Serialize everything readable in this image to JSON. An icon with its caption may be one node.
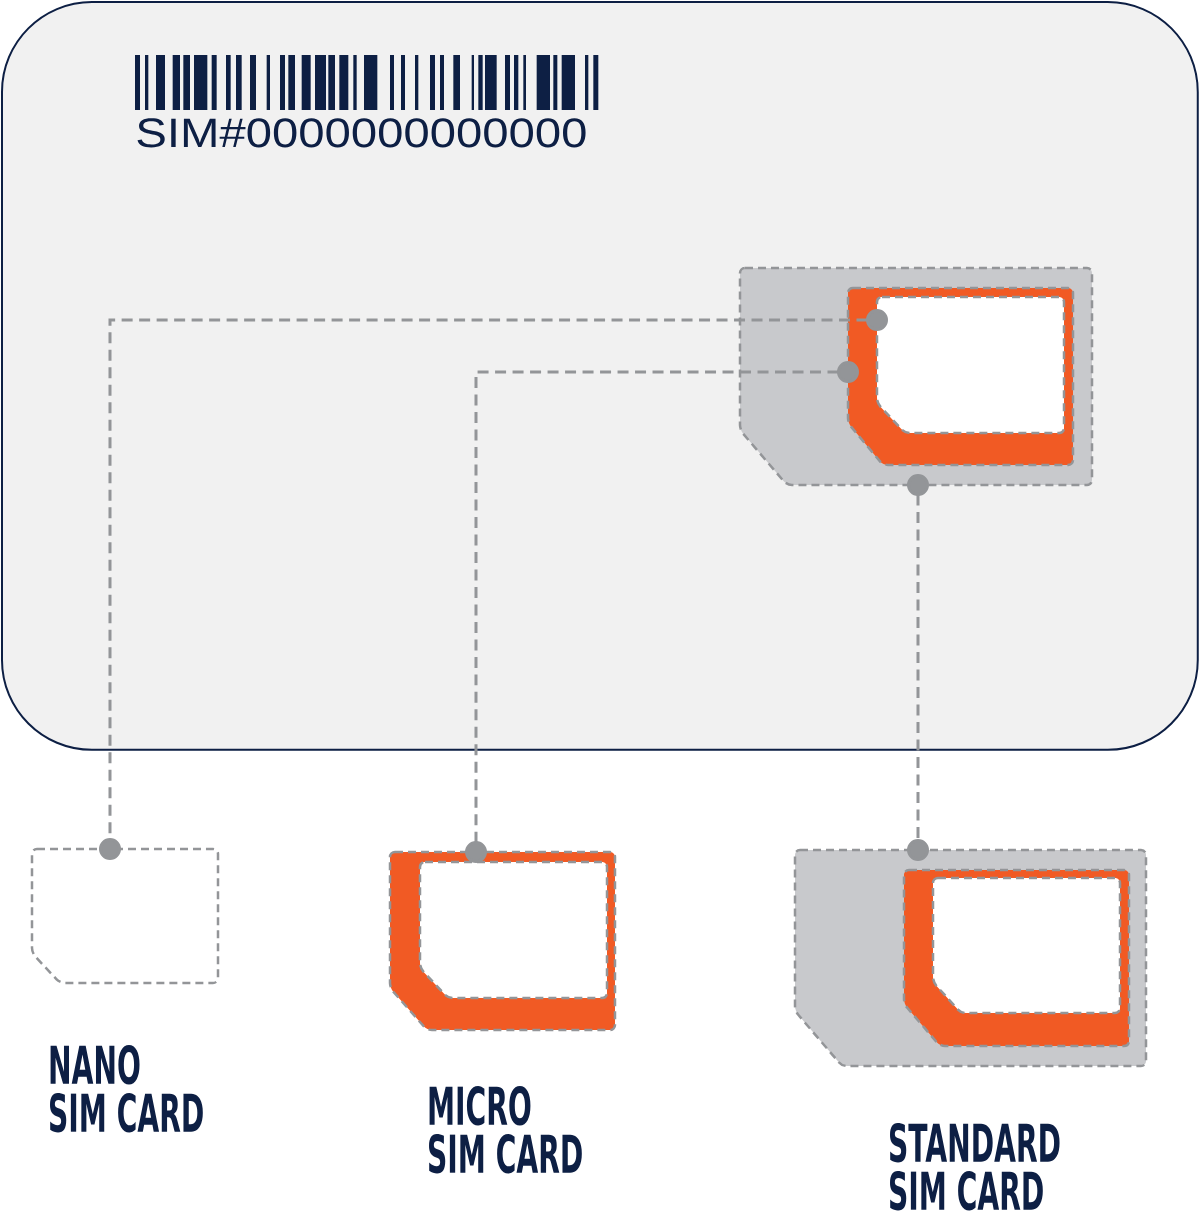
{
  "diagram": {
    "nodes": [
      {
        "text": [
          "SIM#0000000000000"
        ]
      },
      {
        "text": [],
        "shape": "card",
        "in": 0
      },
      {
        "text": [],
        "shape": "card",
        "in": 1
      },
      {
        "text": [],
        "shape": "card",
        "in": 2
      },
      {
        "text": [],
        "shape": "card",
        "beside": [
          "NANO SIM CARD"
        ]
      },
      {
        "text": [],
        "shape": "card",
        "beside": [
          "MICRO SIM CARD"
        ]
      },
      {
        "text": [],
        "shape": "card",
        "in": 5
      },
      {
        "text": [],
        "shape": "card",
        "beside": [
          "STANDARD SIM CARD"
        ]
      },
      {
        "text": [],
        "shape": "card",
        "in": 7
      },
      {
        "text": [],
        "shape": "card",
        "in": 8
      }
    ],
    "edges": [
      {
        "from": 3,
        "to": 4,
        "arrow": "other",
        "style": "dashed"
      },
      {
        "from": 2,
        "to": 5,
        "arrow": "other",
        "style": "dashed"
      },
      {
        "from": 1,
        "to": 7,
        "arrow": "other",
        "style": "dashed"
      }
    ]
  }
}
